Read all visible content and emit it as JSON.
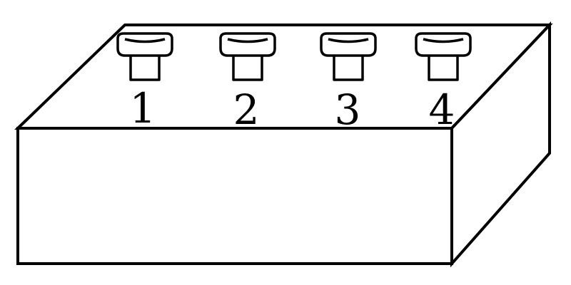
{
  "diagram": {
    "labels": [
      "1",
      "2",
      "3",
      "4"
    ],
    "colors": {
      "stroke": "#000000",
      "background": "#ffffff"
    },
    "icons": [
      "terminal-knob-icon"
    ]
  }
}
